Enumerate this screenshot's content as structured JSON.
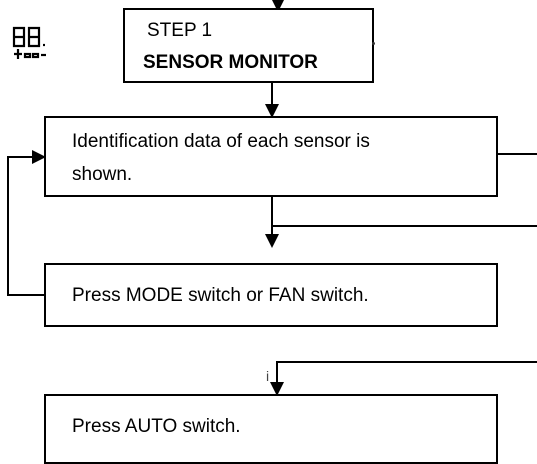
{
  "steps": {
    "step1": {
      "title": "STEP 1",
      "subtitle": "SENSOR MONITOR"
    },
    "identification": {
      "line1": "Identification data of each sensor is",
      "line2": "shown."
    },
    "press_mode": {
      "text": "Press MODE switch or FAN switch."
    },
    "press_auto": {
      "text": "Press AUTO switch."
    }
  },
  "stray_mark": "i",
  "display_icon": "seven-segment-display-icon",
  "colors": {
    "line": "#000000",
    "background": "#ffffff"
  }
}
